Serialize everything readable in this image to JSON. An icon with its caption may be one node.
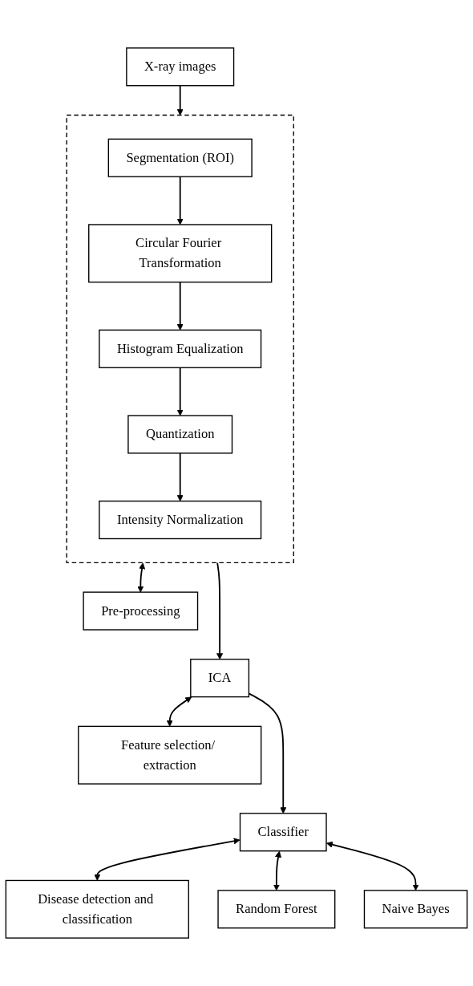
{
  "diagram": {
    "nodes": [
      {
        "text": [
          "X-ray images"
        ]
      },
      {
        "text": [],
        "shape": "box"
      },
      {
        "text": [
          "Segmentation (ROI)"
        ],
        "in": 1
      },
      {
        "text": [
          "Circular Fourier Transformation"
        ],
        "in": 1
      },
      {
        "text": [
          "Histogram Equalization"
        ],
        "in": 1
      },
      {
        "text": [
          "Quantization"
        ],
        "in": 1
      },
      {
        "text": [
          "Intensity Normalization"
        ],
        "in": 1
      },
      {
        "text": [
          "Pre-processing"
        ]
      },
      {
        "text": [
          "ICA"
        ]
      },
      {
        "text": [
          "Feature selection/ extraction"
        ]
      },
      {
        "text": [
          "Classifier"
        ]
      },
      {
        "text": [
          "Disease detection and classification"
        ]
      },
      {
        "text": [
          "Random Forest"
        ]
      },
      {
        "text": [
          "Naive Bayes"
        ]
      }
    ],
    "edges": [
      {
        "from": 0,
        "to": 1,
        "arrow": "to"
      },
      {
        "from": 2,
        "to": 3,
        "arrow": "to"
      },
      {
        "from": 3,
        "to": 4,
        "arrow": "to"
      },
      {
        "from": 4,
        "to": 5,
        "arrow": "to"
      },
      {
        "from": 5,
        "to": 6,
        "arrow": "to"
      },
      {
        "from": 1,
        "to": 7,
        "arrow": "both"
      },
      {
        "from": 1,
        "to": 8,
        "arrow": "to"
      },
      {
        "from": 8,
        "to": 9,
        "arrow": "both"
      },
      {
        "from": 8,
        "to": 10,
        "arrow": "to"
      },
      {
        "from": 10,
        "to": 11,
        "arrow": "both"
      },
      {
        "from": 10,
        "to": 12,
        "arrow": "both"
      },
      {
        "from": 10,
        "to": 13,
        "arrow": "both"
      }
    ]
  }
}
